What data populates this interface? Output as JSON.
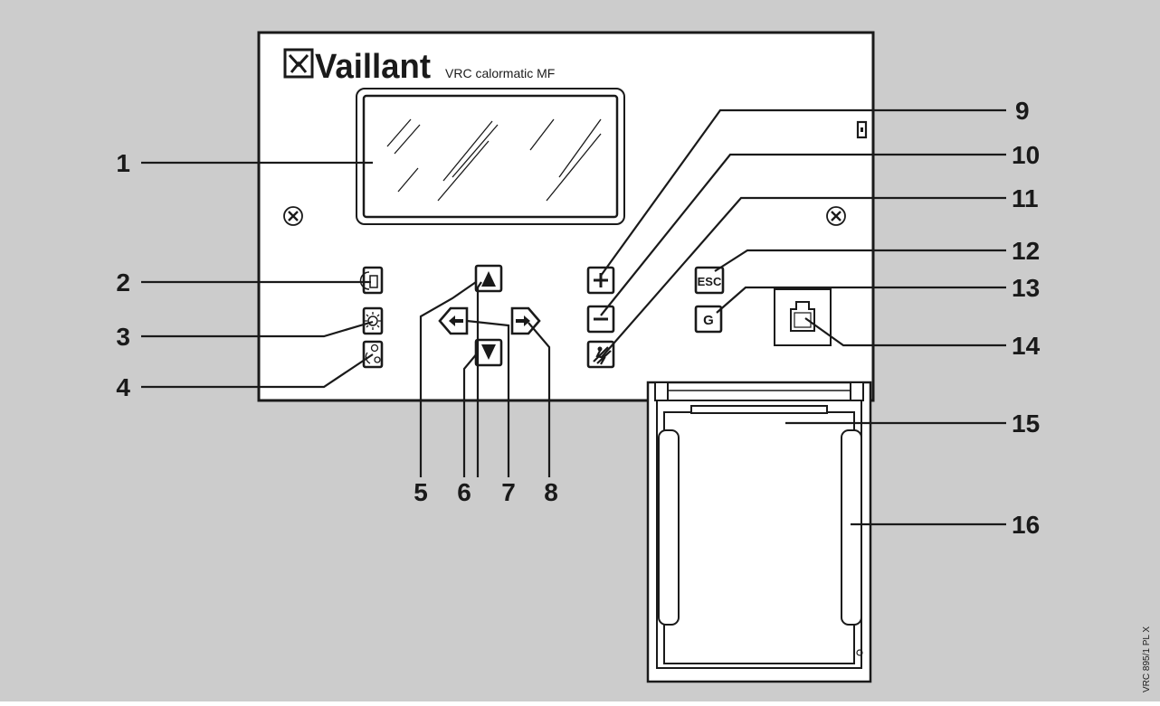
{
  "device": {
    "brand": "Vaillant",
    "model": "VRC calormatic MF"
  },
  "callouts": [
    "1",
    "2",
    "3",
    "4",
    "5",
    "6",
    "7",
    "8",
    "9",
    "10",
    "11",
    "12",
    "13",
    "14",
    "15",
    "16"
  ],
  "buttons": {
    "esc_label": "ESC",
    "g_label": "G"
  },
  "figure_code": "VRC 895/1 PL X",
  "colors": {
    "background": "#cccccc",
    "panel": "#ffffff",
    "ink": "#1a1a1a"
  }
}
